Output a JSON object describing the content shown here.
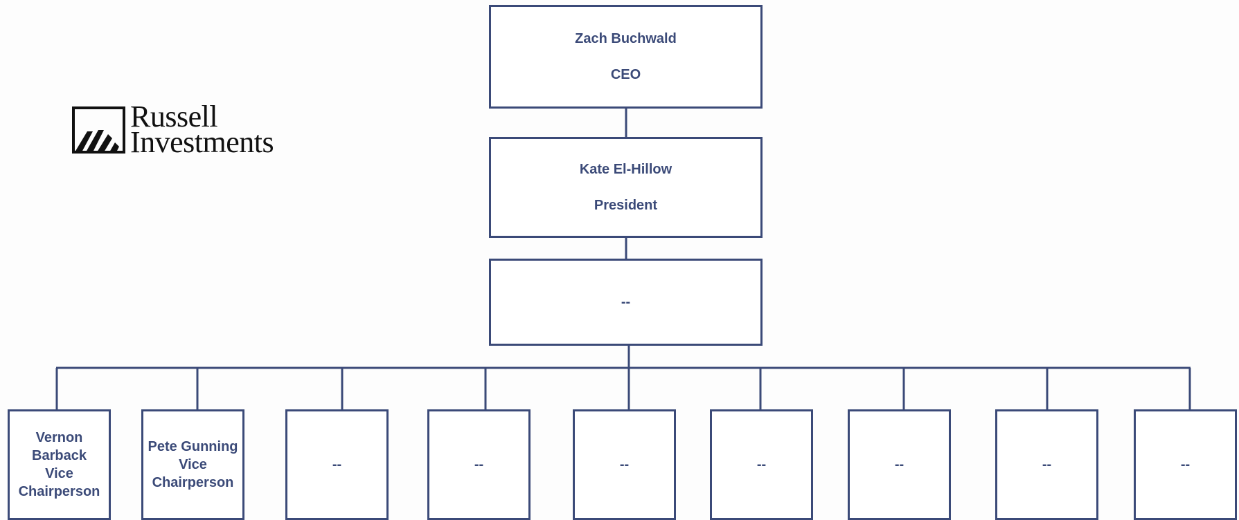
{
  "logo": {
    "line1": "Russell",
    "line2": "Investments"
  },
  "nodes": {
    "ceo": {
      "name": "Zach Buchwald",
      "title": "CEO"
    },
    "president": {
      "name": "Kate El-Hillow",
      "title": "President"
    },
    "level3": {
      "text": "--"
    }
  },
  "bottom": [
    {
      "text": "Vernon\nBarback\nVice\nChairperson"
    },
    {
      "text": "Pete Gunning\nVice\nChairperson"
    },
    {
      "text": "--"
    },
    {
      "text": "--"
    },
    {
      "text": "--"
    },
    {
      "text": "--"
    },
    {
      "text": "--"
    },
    {
      "text": "--"
    },
    {
      "text": "--"
    }
  ],
  "colors": {
    "line": "#3b4a78",
    "text": "#3b4a78",
    "background": "#fdfdfd"
  }
}
